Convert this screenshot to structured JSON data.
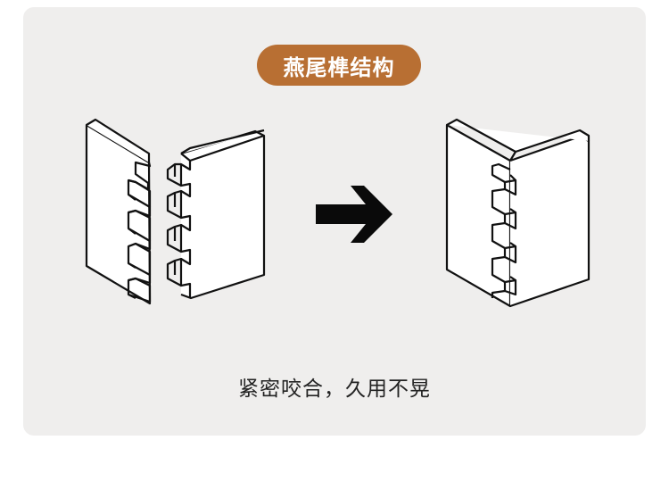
{
  "title": "燕尾榫结构",
  "caption": "紧密咬合，久用不晃",
  "colors": {
    "card_background": "#efeeed",
    "title_pill": "#b86f33",
    "title_text": "#ffffff",
    "line": "#111111",
    "fill": "#ffffff",
    "arrow": "#0a0a0a"
  },
  "icons": {
    "left_board": "dovetail-pins-board",
    "right_board": "dovetail-tails-board",
    "arrow": "right-arrow-icon",
    "result": "assembled-dovetail-joint"
  }
}
